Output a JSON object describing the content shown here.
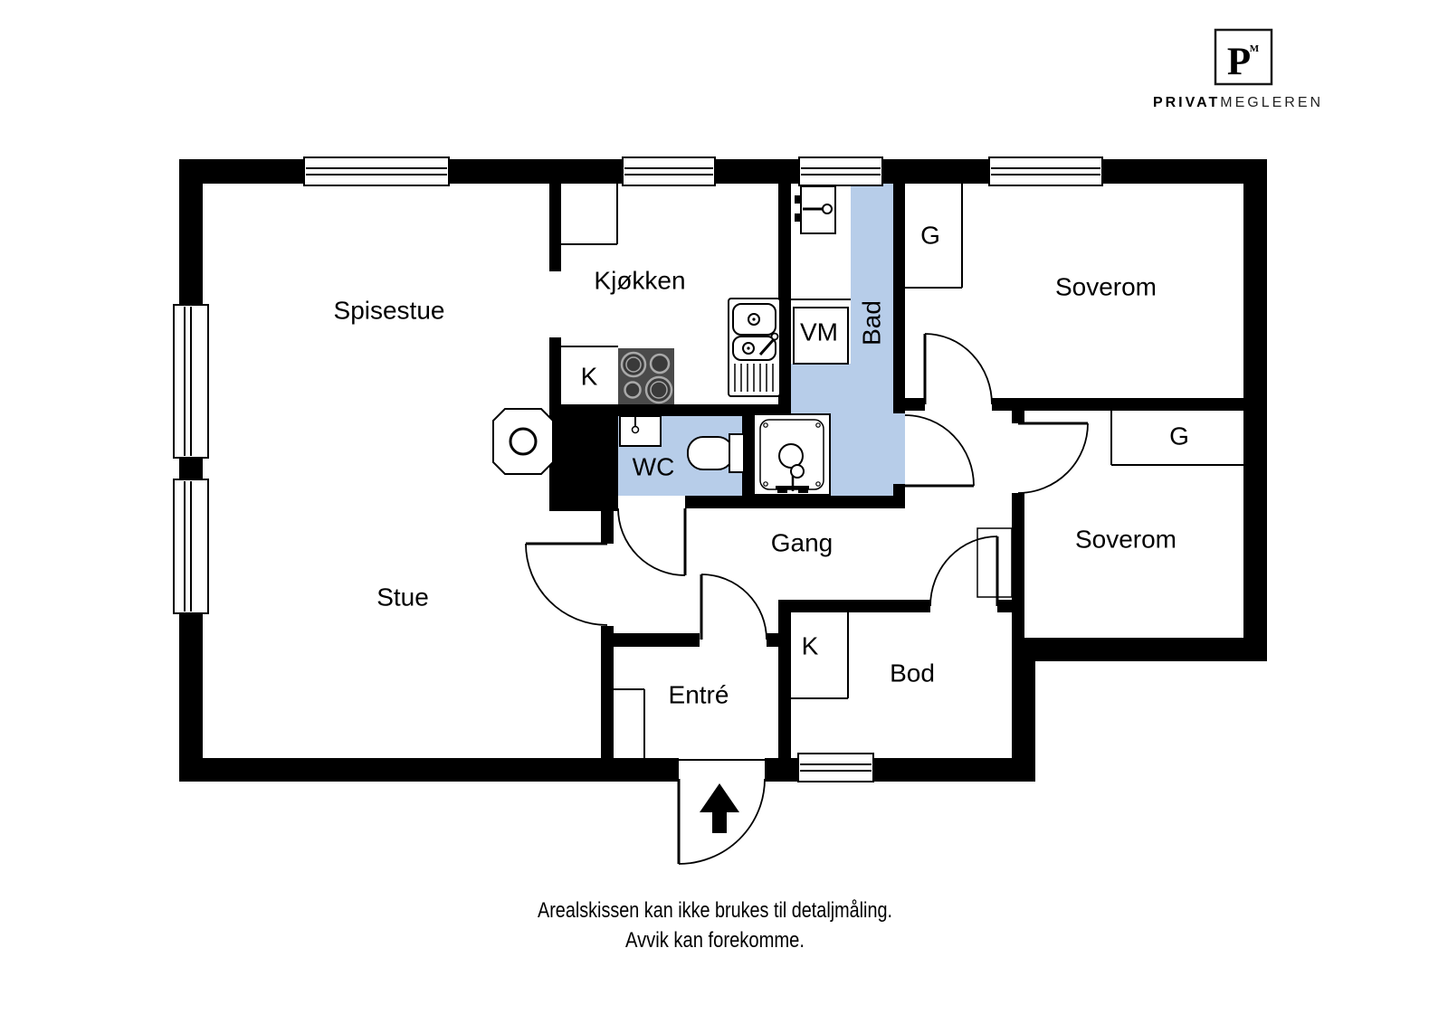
{
  "logo": {
    "monogram": "P",
    "monogram_mark": "M",
    "brand_bold": "PRIVAT",
    "brand_light": "MEGLEREN"
  },
  "rooms": {
    "spisestue": "Spisestue",
    "stue": "Stue",
    "kjokken": "Kjøkken",
    "soverom1": "Soverom",
    "soverom2": "Soverom",
    "gang": "Gang",
    "entre": "Entré",
    "bod": "Bod",
    "bad": "Bad",
    "wc": "WC"
  },
  "closets": {
    "kitchen_k": "K",
    "bod_k": "K",
    "soverom1_g": "G",
    "soverom2_g": "G",
    "vm": "VM"
  },
  "disclaimer": {
    "line1": "Arealskissen kan ikke brukes til detaljmåling.",
    "line2": "Avvik kan forekomme."
  },
  "colors": {
    "wet_room_fill": "#b7cde9",
    "wall": "#000000",
    "background": "#ffffff"
  }
}
